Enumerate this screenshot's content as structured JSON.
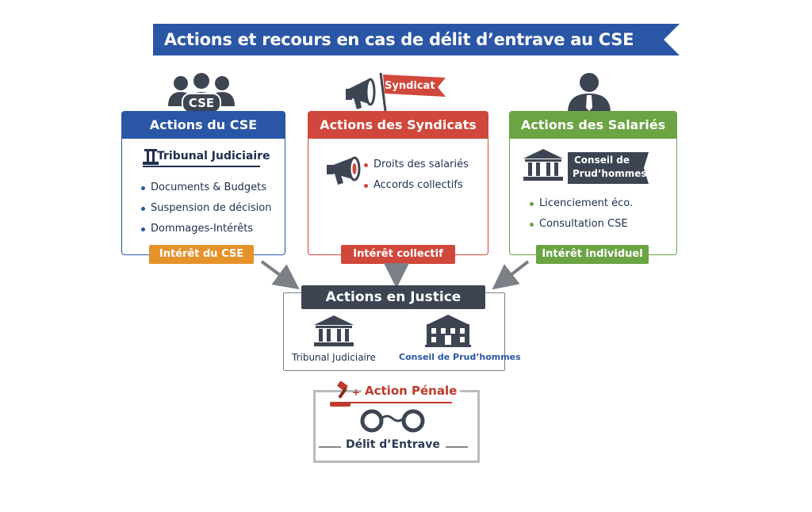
{
  "title": "Actions et recours en cas de délit d’entrave au CSE",
  "colors": {
    "blue": "#2a56a6",
    "red": "#d0473b",
    "green": "#6aa443",
    "orange": "#e5922a",
    "dark": "#3d4452",
    "navy": "#1d2f4d"
  },
  "cse": {
    "icon_label": "CSE",
    "header": "Actions du CSE",
    "court": "Tribunal Judiciaire",
    "items": [
      "Documents & Budgets",
      "Suspension de décision",
      "Dommages-Intérêts"
    ],
    "tag": "Intérêt du CSE"
  },
  "syndicats": {
    "flag_label": "Syndicat",
    "header": "Actions des Syndicats",
    "items": [
      "Droits des salariés",
      "Accords collectifs"
    ],
    "tag": "Intérêt collectif"
  },
  "salaries": {
    "header": "Actions des Salariés",
    "court_line1": "Conseil de",
    "court_line2": "Prud’hommes",
    "items": [
      "Licenciement éco.",
      "Consultation CSE"
    ],
    "tag": "Intérêt individuel"
  },
  "justice": {
    "header": "Actions en Justice",
    "court1": "Tribunal Judiciaire",
    "court2": "Conseil de Prud’hommes"
  },
  "penal": {
    "title": "Action Pénale",
    "label": "Délit d’Entrave"
  }
}
